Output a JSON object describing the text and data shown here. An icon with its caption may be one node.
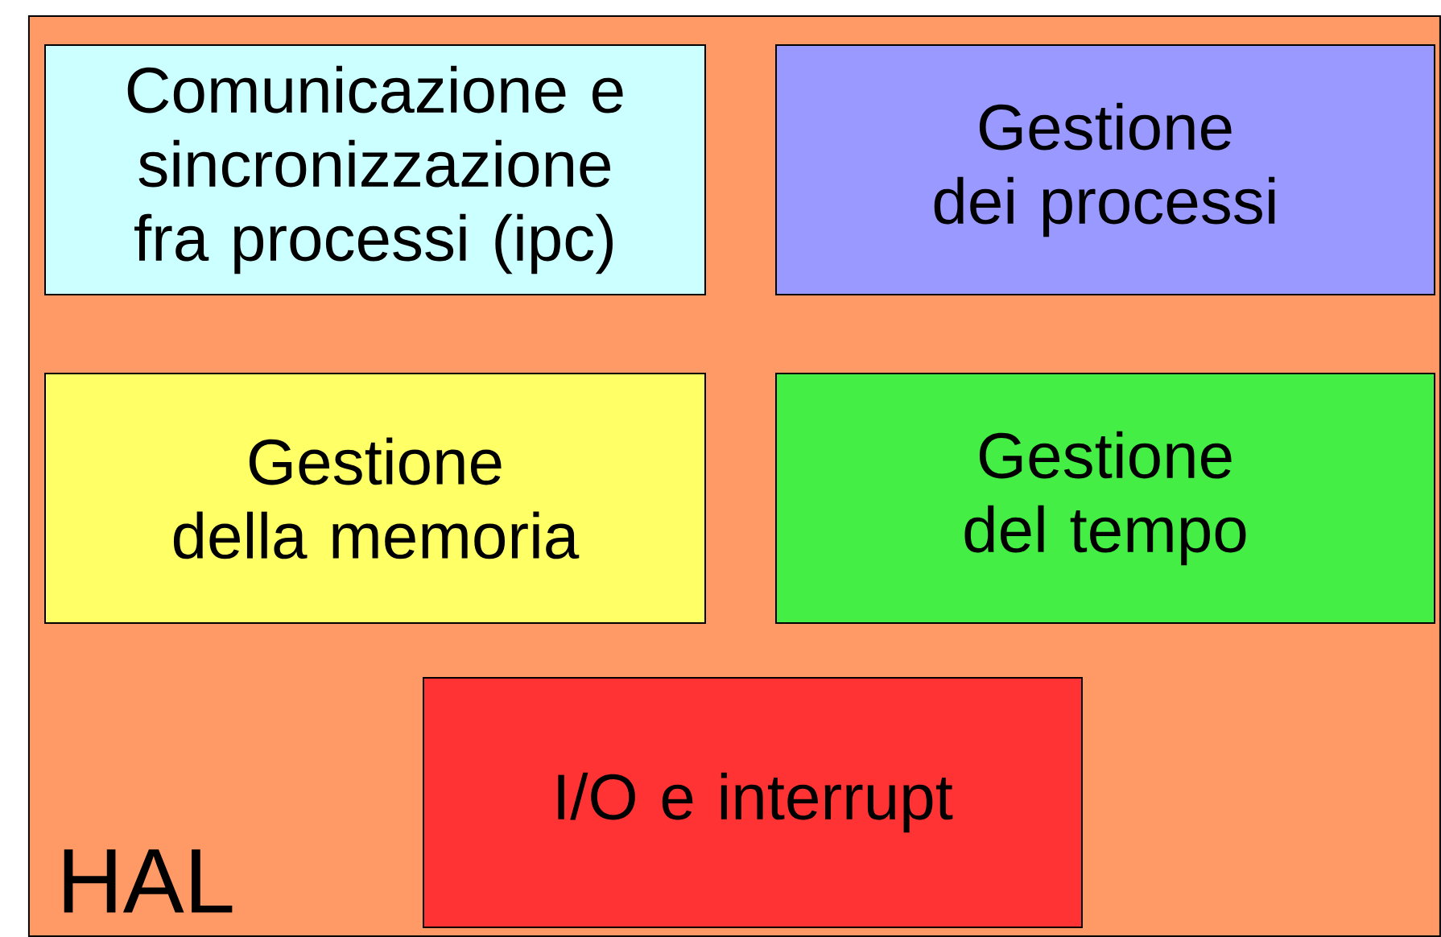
{
  "diagram": {
    "nodes": [
      {
        "text": [
          "HAL"
        ]
      },
      {
        "text": [
          "Comunicazione e sincronizzazione fra processi (ipc)"
        ],
        "in": 0
      },
      {
        "text": [
          "Gestione dei processi"
        ],
        "in": 0
      },
      {
        "text": [
          "Gestione della memoria"
        ],
        "in": 0
      },
      {
        "text": [
          "Gestione del tempo"
        ],
        "in": 0
      },
      {
        "text": [
          "I/O e interrupt"
        ],
        "in": 0
      }
    ]
  }
}
